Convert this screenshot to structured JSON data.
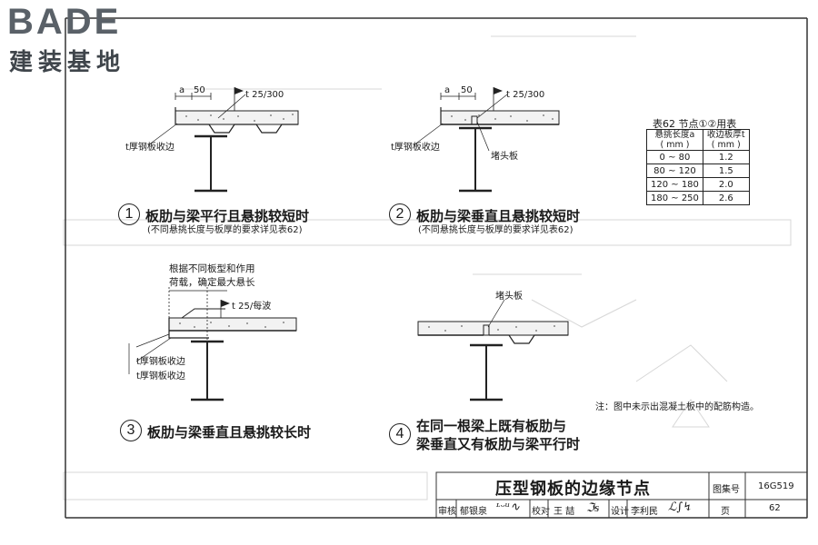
{
  "logo": {
    "brand": "BADE",
    "subtitle": "建装基地"
  },
  "detail1": {
    "dim_a": "a",
    "dim_50": "50",
    "weld": "t  25/300",
    "edge_plate": "t厚钢板收边",
    "number": "1",
    "caption": "板肋与梁平行且悬挑较短时",
    "note": "(不同悬挑长度与板厚的要求详见表62)"
  },
  "detail2": {
    "dim_a": "a",
    "dim_50": "50",
    "weld": "t  25/300",
    "edge_plate": "t厚钢板收边",
    "end_plate": "堵头板",
    "number": "2",
    "caption": "板肋与梁垂直且悬挑较短时",
    "note": "(不同悬挑长度与板厚的要求详见表62)"
  },
  "table62": {
    "title": "表62   节点①②用表",
    "headers": [
      {
        "line1": "悬挑长度a",
        "line2": "( mm )"
      },
      {
        "line1": "收边板厚t",
        "line2": "( mm )"
      }
    ],
    "rows": [
      [
        "0 ~ 80",
        "1.2"
      ],
      [
        "80 ~ 120",
        "1.5"
      ],
      [
        "120 ~ 180",
        "2.0"
      ],
      [
        "180 ~ 250",
        "2.6"
      ]
    ]
  },
  "detail3": {
    "note_line1": "根据不同板型和作用",
    "note_line2": "荷载，确定最大悬长",
    "weld": "t  25/每波",
    "edge_plate_1": "t厚钢板收边",
    "edge_plate_2": "t厚钢板收边",
    "number": "3",
    "caption": "板肋与梁垂直且悬挑较长时"
  },
  "detail4": {
    "end_plate": "堵头板",
    "number": "4",
    "caption_line1": "在同一根梁上既有板肋与",
    "caption_line2": "梁垂直又有板肋与梁平行时"
  },
  "note": "注：图中未示出混凝土板中的配筋构造。",
  "title_block": {
    "title": "压型钢板的边缘节点",
    "atlas_label": "图集号",
    "atlas_no": "16G519",
    "review_label": "审核",
    "reviewer": "郁银泉",
    "check_label": "校对",
    "checker": "王  喆",
    "design_label": "设计",
    "designer": "李利民",
    "page_label": "页",
    "page": "62"
  }
}
